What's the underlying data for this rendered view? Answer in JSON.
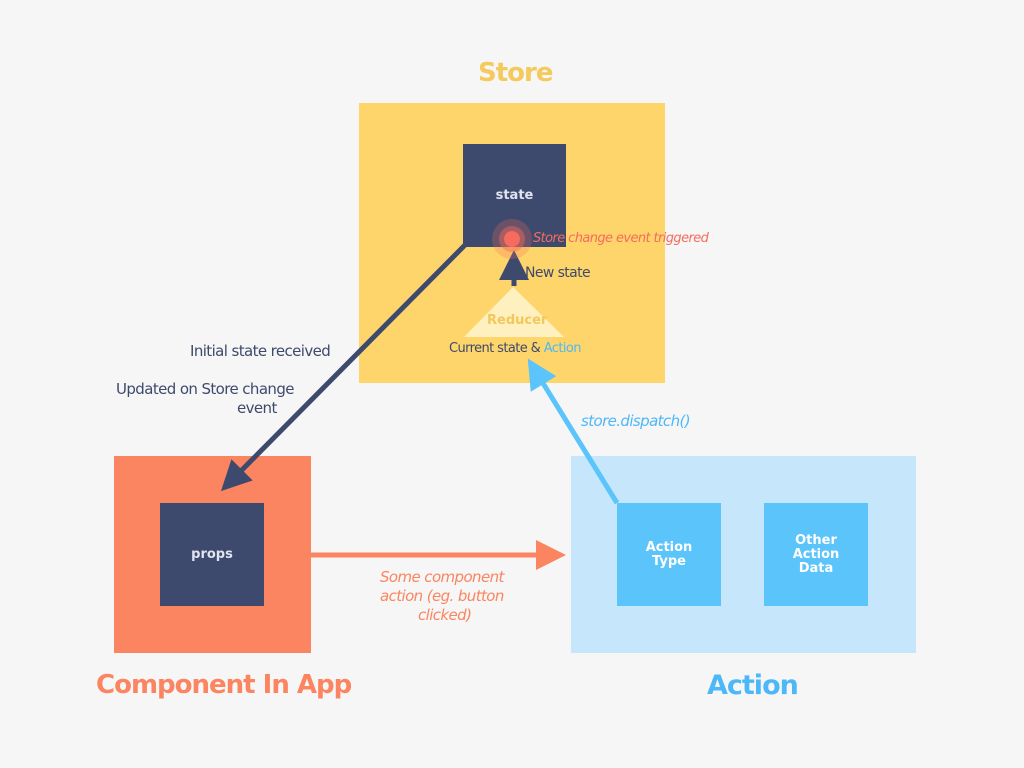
{
  "colors": {
    "background": "#f6f6f6",
    "store": "#fed56a",
    "store_title": "#f5c95c",
    "dark_box": "#3e4a6d",
    "component": "#fb8560",
    "action_panel": "#c6e7fb",
    "action_box": "#5bc4fb",
    "action_title": "#4db8f8",
    "reducer": "#fff0c0",
    "reducer_text": "#f2c85a",
    "event": "#f56b5e",
    "dispatch": "#5bc4fb"
  },
  "store": {
    "title": "Store",
    "state_label": "state",
    "reducer_label": "Reducer",
    "event_label": "Store change event triggered",
    "new_state_label": "New state",
    "current_state_label": "Current state &",
    "current_action_label": "Action"
  },
  "component": {
    "title": "Component In App",
    "props_label": "props"
  },
  "action": {
    "title": "Action",
    "type_label_1": "Action",
    "type_label_2": "Type",
    "other_label_1": "Other",
    "other_label_2": "Action",
    "other_label_3": "Data"
  },
  "connections": {
    "initial_state": "Initial state received",
    "updated_1": "Updated on Store change",
    "updated_2": "event",
    "dispatch": "store.dispatch()",
    "component_action_1": "Some component",
    "component_action_2": "action (eg. button",
    "component_action_3": "clicked)"
  },
  "icons": {
    "event_indicator": "pulse-dot-icon",
    "arrows": "arrow-icon"
  }
}
